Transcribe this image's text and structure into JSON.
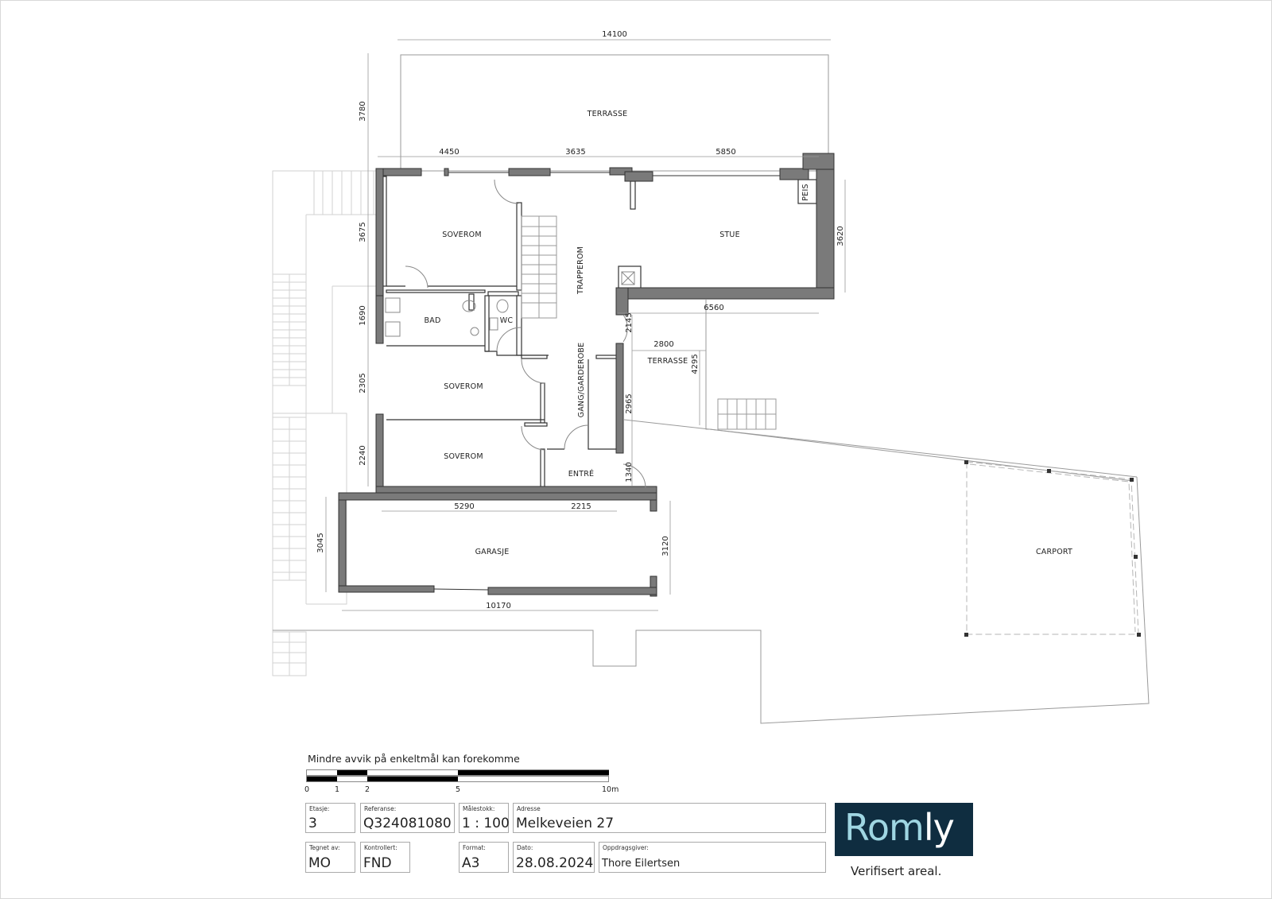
{
  "drawing": {
    "type": "floor-plan",
    "rooms": [
      {
        "id": "terrasse-top",
        "label": "TERRASSE"
      },
      {
        "id": "soverom-1",
        "label": "SOVEROM"
      },
      {
        "id": "stue",
        "label": "STUE"
      },
      {
        "id": "peis",
        "label": "PEIS"
      },
      {
        "id": "trapperom",
        "label": "TRAPPEROM"
      },
      {
        "id": "bad",
        "label": "BAD"
      },
      {
        "id": "wc",
        "label": "WC"
      },
      {
        "id": "terrasse-side",
        "label": "TERRASSE"
      },
      {
        "id": "soverom-2",
        "label": "SOVEROM"
      },
      {
        "id": "gang",
        "label": "GANG/GARDEROBE"
      },
      {
        "id": "soverom-3",
        "label": "SOVEROM"
      },
      {
        "id": "entre",
        "label": "ENTRÉ"
      },
      {
        "id": "garasje",
        "label": "GARASJE"
      },
      {
        "id": "carport",
        "label": "CARPORT"
      }
    ],
    "dimensions": {
      "terrace_width": "14100",
      "terrace_depth": "3780",
      "top_seg_1": "4450",
      "top_seg_2": "3635",
      "top_seg_3": "5850",
      "left_1": "3675",
      "left_2": "1690",
      "left_3": "2305",
      "left_4": "2240",
      "stue_right": "3620",
      "stue_bottom": "6560",
      "hall_2145": "2145",
      "side_terr_w": "2800",
      "side_terr_h": "4295",
      "hall_2965": "2965",
      "entre_1340": "1340",
      "garage_left": "3045",
      "garage_inner_1": "5290",
      "garage_inner_2": "2215",
      "garage_right": "3120",
      "garage_width": "10170"
    },
    "colors": {
      "wall": "#7a7a7a",
      "wall_stroke": "#333333",
      "line": "#9a9a9a",
      "faint": "#d0d0d0"
    }
  },
  "note": "Mindre avvik på enkeltmål kan forekomme",
  "scale_bar": {
    "ticks": [
      "0",
      "1",
      "2",
      "5",
      "10m"
    ]
  },
  "title_block": {
    "etasje": {
      "label": "Etasje:",
      "value": "3"
    },
    "referanse": {
      "label": "Referanse:",
      "value": "Q324081080"
    },
    "malestokk": {
      "label": "Målestokk:",
      "value": "1 : 100"
    },
    "adresse": {
      "label": "Adresse",
      "value": "Melkeveien 27"
    },
    "tegnet_av": {
      "label": "Tegnet av:",
      "value": "MO"
    },
    "kontrollert": {
      "label": "Kontrollert:",
      "value": "FND"
    },
    "format": {
      "label": "Format:",
      "value": "A3"
    },
    "dato": {
      "label": "Dato:",
      "value": "28.08.2024"
    },
    "oppdragsgiver": {
      "label": "Oppdragsgiver:",
      "value": "Thore Eilertsen"
    }
  },
  "brand": {
    "logo_part1": "Rom",
    "logo_part2": "ly",
    "tagline": "Verifisert areal.",
    "bg": "#0f2d40",
    "accent": "#9fd6e2"
  }
}
